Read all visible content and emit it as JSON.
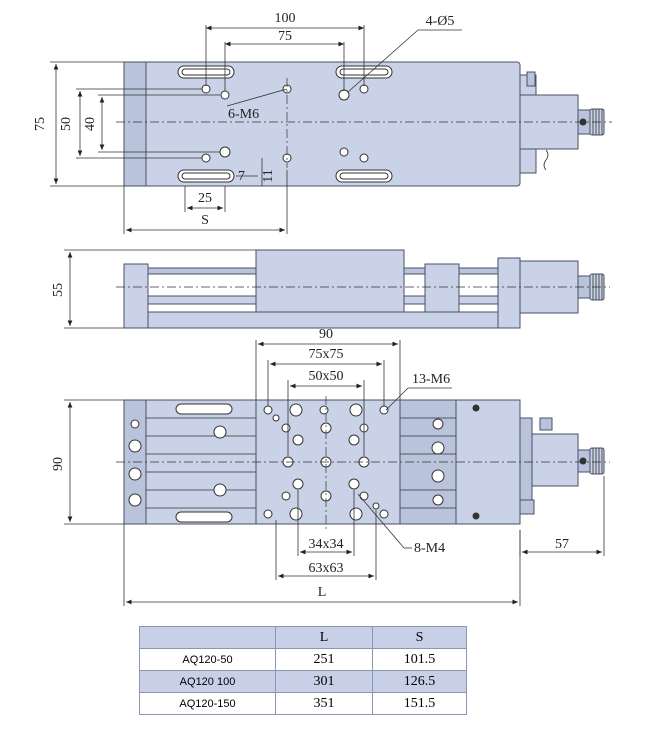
{
  "top_view": {
    "dim_100": "100",
    "dim_75": "75",
    "dim_4_d5": "4-Ø5",
    "dim_6_m6": "6-M6",
    "dim_75_left": "75",
    "dim_50": "50",
    "dim_40": "40",
    "dim_11": "11",
    "dim_7": "7",
    "dim_25": "25",
    "dim_s": "S"
  },
  "side_view": {
    "dim_55": "55"
  },
  "bottom_view": {
    "dim_90_top": "90",
    "dim_75x75": "75x75",
    "dim_50x50": "50x50",
    "dim_13_m6": "13-M6",
    "dim_90_left": "90",
    "dim_34x34": "34x34",
    "dim_8_m4": "8-M4",
    "dim_63x63": "63x63",
    "dim_57": "57",
    "dim_l": "L"
  },
  "table": {
    "header": [
      "",
      "L",
      "S"
    ],
    "rows": [
      {
        "model": "AQ120-50",
        "L": "251",
        "S": "101.5"
      },
      {
        "model": "AQ120 100",
        "L": "301",
        "S": "126.5"
      },
      {
        "model": "AQ120-150",
        "L": "351",
        "S": "151.5"
      }
    ]
  }
}
